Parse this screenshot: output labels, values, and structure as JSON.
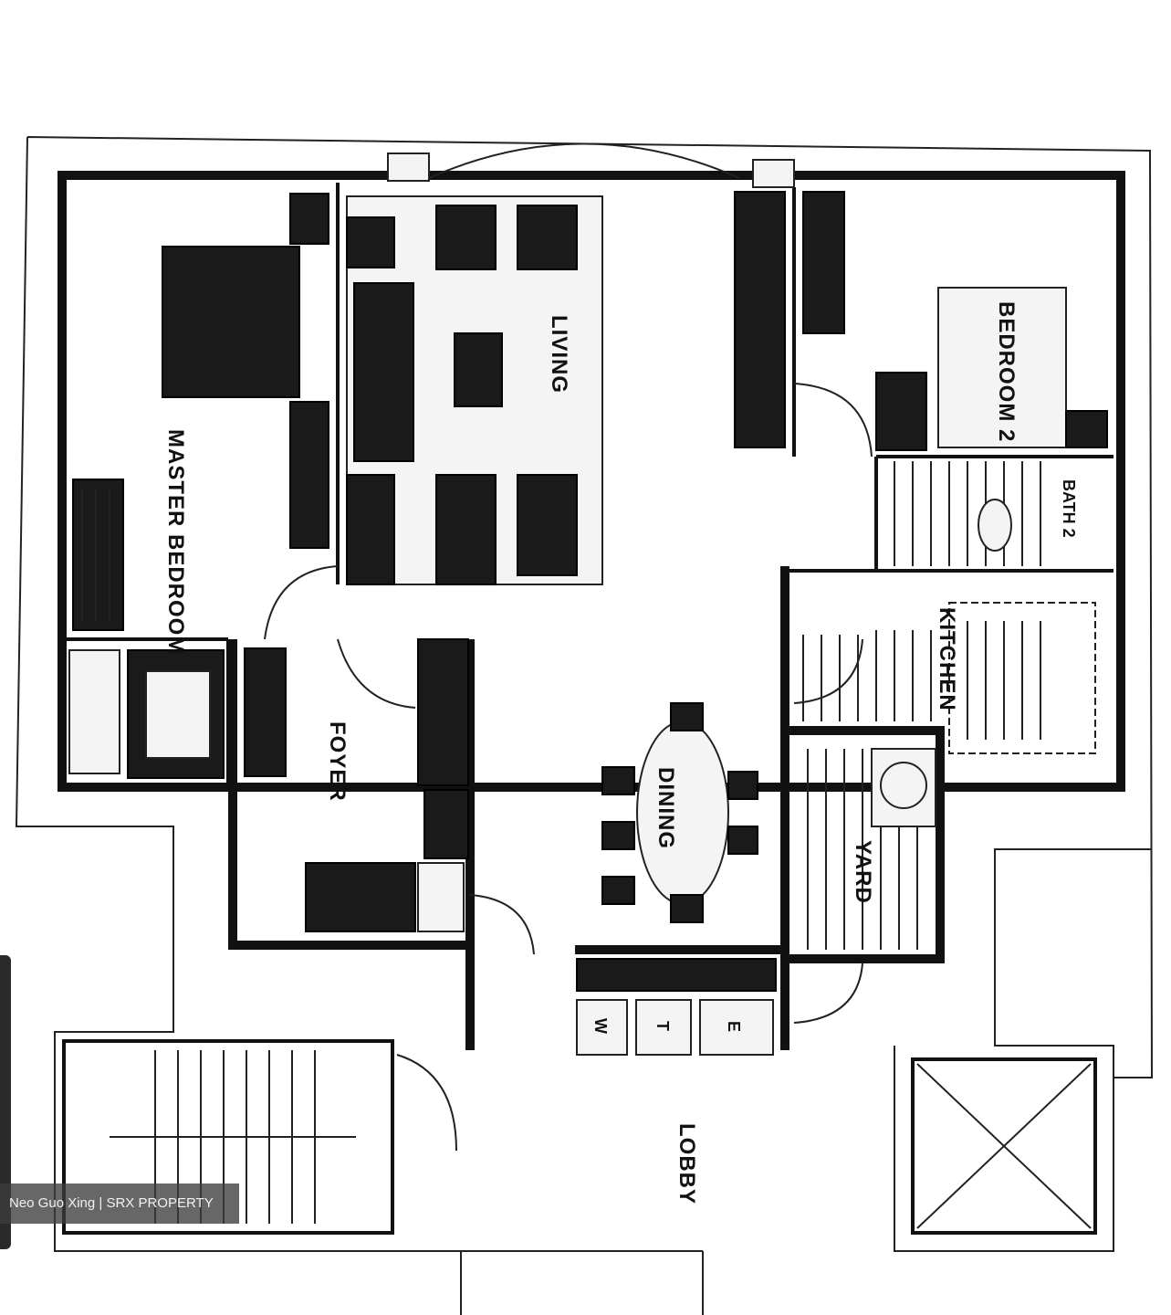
{
  "rooms": {
    "master_bedroom": "MASTER BEDROOM",
    "living": "LIVING",
    "bedroom_2": "BEDROOM 2",
    "bath_2": "BATH 2",
    "kitchen": "KITCHEN",
    "yard": "YARD",
    "dining": "DINING",
    "foyer": "FOYER",
    "lobby": "LOBBY"
  },
  "utility_labels": {
    "w": "W",
    "t": "T",
    "e": "E"
  },
  "watermark": "Neo Guo Xing | SRX PROPERTY",
  "colors": {
    "line": "#111111",
    "background": "#ffffff",
    "watermark_bg": "#3c3c3c"
  }
}
